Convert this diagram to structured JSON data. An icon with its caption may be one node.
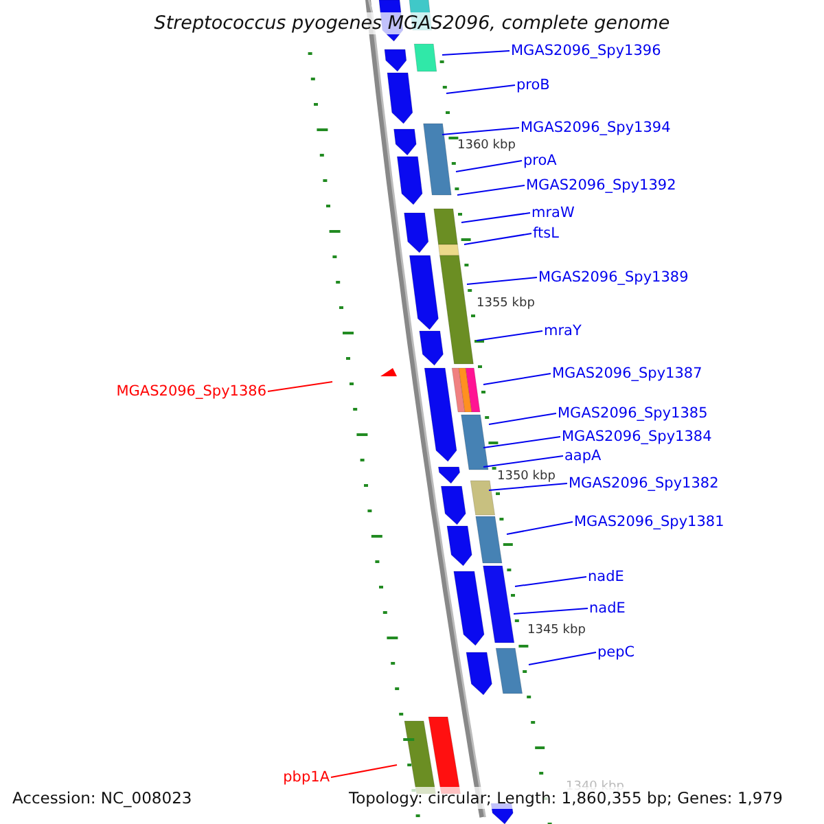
{
  "diagram": {
    "title": "Streptococcus pyogenes MGAS2096, complete genome",
    "nodes": [
      {
        "text": [
          "MGAS2096_Spy1396"
        ]
      },
      {
        "text": [
          "proB"
        ]
      },
      {
        "text": [
          "MGAS2096_Spy1394"
        ]
      },
      {
        "text": [
          "proA"
        ]
      },
      {
        "text": [
          "MGAS2096_Spy1392"
        ]
      },
      {
        "text": [
          "mraW"
        ]
      },
      {
        "text": [
          "ftsL"
        ]
      },
      {
        "text": [
          "MGAS2096_Spy1389"
        ]
      },
      {
        "text": [
          "mraY"
        ]
      },
      {
        "text": [
          "MGAS2096_Spy1387"
        ]
      },
      {
        "text": [
          "MGAS2096_Spy1386"
        ]
      },
      {
        "text": [
          "MGAS2096_Spy1385"
        ]
      },
      {
        "text": [
          "MGAS2096_Spy1384"
        ]
      },
      {
        "text": [
          "aapA"
        ]
      },
      {
        "text": [
          "MGAS2096_Spy1382"
        ]
      },
      {
        "text": [
          "MGAS2096_Spy1381"
        ]
      },
      {
        "text": [
          "nadE"
        ]
      },
      {
        "text": [
          "nadE"
        ]
      },
      {
        "text": [
          "pepC"
        ]
      },
      {
        "text": [
          "pbp1A"
        ]
      }
    ],
    "edges": [
      {
        "from": 0,
        "to": null,
        "arrow": "none"
      },
      {
        "from": 1,
        "to": null,
        "arrow": "none"
      },
      {
        "from": 2,
        "to": null,
        "arrow": "none"
      },
      {
        "from": 3,
        "to": null,
        "arrow": "none"
      },
      {
        "from": 4,
        "to": null,
        "arrow": "none"
      },
      {
        "from": 5,
        "to": null,
        "arrow": "none"
      },
      {
        "from": 6,
        "to": null,
        "arrow": "none"
      },
      {
        "from": 7,
        "to": null,
        "arrow": "none"
      },
      {
        "from": 8,
        "to": null,
        "arrow": "none"
      },
      {
        "from": 9,
        "to": null,
        "arrow": "none"
      },
      {
        "from": 10,
        "to": null,
        "arrow": "none",
        "color": "#ff0000"
      },
      {
        "from": 11,
        "to": null,
        "arrow": "none"
      },
      {
        "from": 12,
        "to": null,
        "arrow": "none"
      },
      {
        "from": 13,
        "to": null,
        "arrow": "none"
      },
      {
        "from": 14,
        "to": null,
        "arrow": "none"
      },
      {
        "from": 15,
        "to": null,
        "arrow": "none"
      },
      {
        "from": 16,
        "to": null,
        "arrow": "none"
      },
      {
        "from": 17,
        "to": null,
        "arrow": "none"
      },
      {
        "from": 18,
        "to": null,
        "arrow": "none"
      },
      {
        "from": 19,
        "to": null,
        "arrow": "none",
        "color": "#ff0000"
      }
    ],
    "labels": [
      "1360 kbp",
      "1355 kbp",
      "1350 kbp",
      "1345 kbp",
      "1340 kbp",
      "Accession: NC_008023",
      "Topology: circular; Length: 1,860,355 bp; Genes: 1,979"
    ]
  }
}
